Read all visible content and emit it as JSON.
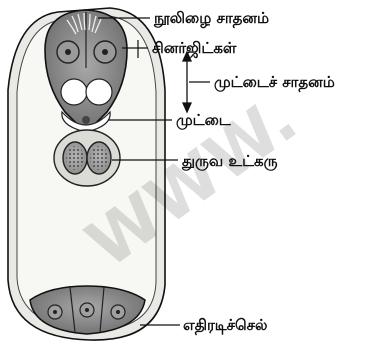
{
  "labels": {
    "filiform_apparatus": "நூலிழை சாதனம்",
    "synergids": "சினர்ஜிட்கள்",
    "egg_apparatus": "முட்டைச் சாதனம்",
    "egg": "முட்டை",
    "polar_nuclei": "துருவ உட்கரு",
    "antipodal_cells": "எதிரடிச்செல்"
  },
  "watermark": "WWW.",
  "colors": {
    "sac_fill": "#f3f3f0",
    "wall_fill": "#e6e6e2",
    "cell_fill": "#8c8c8c",
    "cell_dark": "#5a5a5a",
    "line": "#111111"
  }
}
